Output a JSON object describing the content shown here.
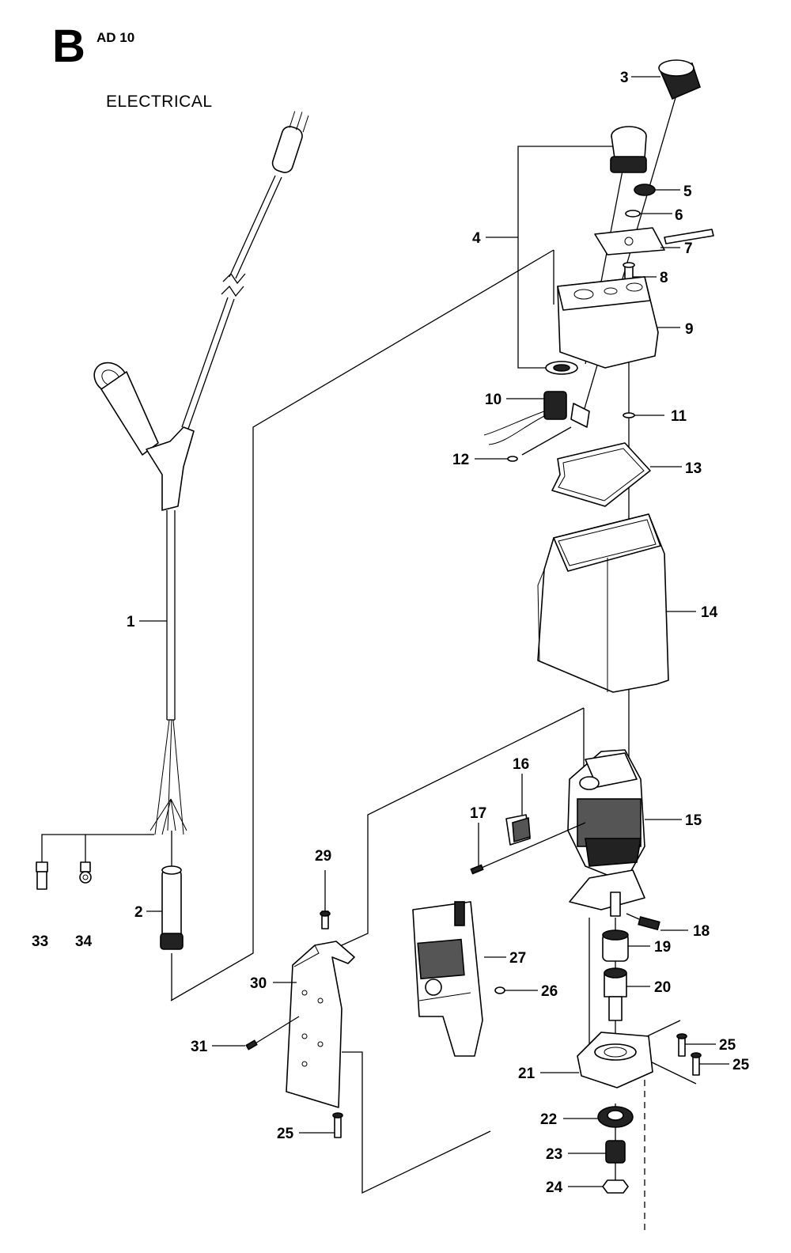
{
  "header": {
    "section_letter": "B",
    "model": "AD 10",
    "title": "ELECTRICAL"
  },
  "callouts": [
    "1",
    "2",
    "3",
    "4",
    "5",
    "6",
    "7",
    "8",
    "9",
    "10",
    "11",
    "12",
    "13",
    "14",
    "15",
    "16",
    "17",
    "18",
    "19",
    "20",
    "21",
    "22",
    "23",
    "24",
    "25",
    "25",
    "25",
    "26",
    "27",
    "29",
    "30",
    "31",
    "33",
    "34"
  ]
}
